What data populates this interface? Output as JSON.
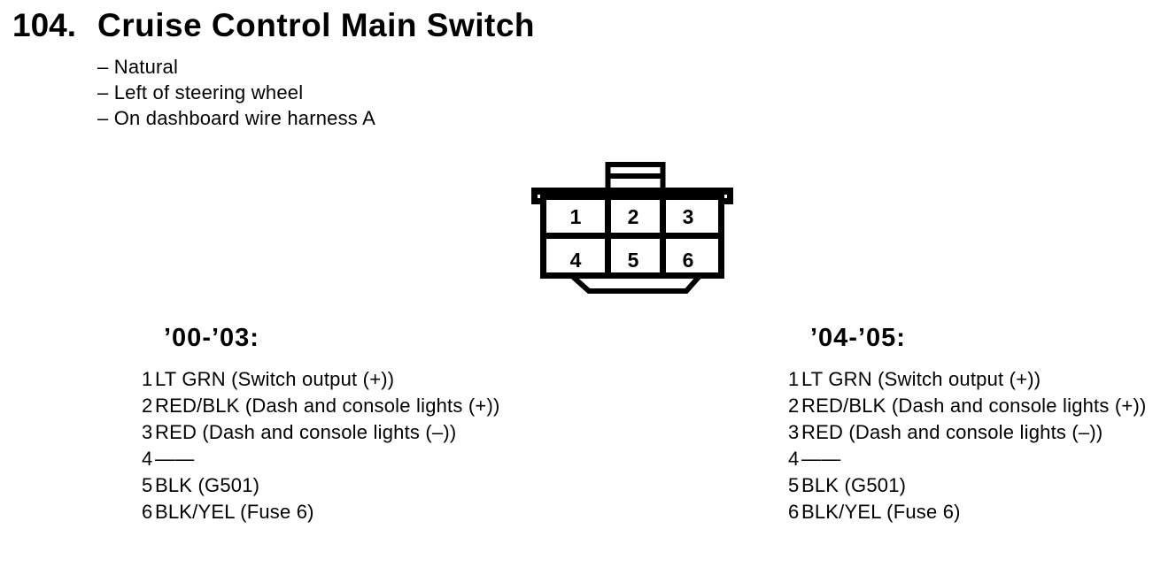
{
  "colors": {
    "ink": "#000000",
    "paper": "#ffffff"
  },
  "header": {
    "item_number": "104.",
    "title": "Cruise Control Main Switch",
    "notes": [
      "– Natural",
      "– Left of steering wheel",
      "– On dashboard wire harness A"
    ]
  },
  "connector": {
    "pins": [
      "1",
      "2",
      "3",
      "4",
      "5",
      "6"
    ]
  },
  "sections": [
    {
      "heading": "’00-’03:",
      "pins": [
        {
          "num": "1",
          "desc": "LT GRN (Switch output (+))"
        },
        {
          "num": "2",
          "desc": "RED/BLK (Dash and console lights (+))"
        },
        {
          "num": "3",
          "desc": "RED (Dash and console lights (–))"
        },
        {
          "num": "4",
          "desc": "——"
        },
        {
          "num": "5",
          "desc": "BLK (G501)"
        },
        {
          "num": "6",
          "desc": "BLK/YEL (Fuse 6)"
        }
      ]
    },
    {
      "heading": "’04-’05:",
      "pins": [
        {
          "num": "1",
          "desc": "LT GRN (Switch output (+))"
        },
        {
          "num": "2",
          "desc": "RED/BLK (Dash and console lights (+))"
        },
        {
          "num": "3",
          "desc": "RED (Dash and console lights (–))"
        },
        {
          "num": "4",
          "desc": "——"
        },
        {
          "num": "5",
          "desc": "BLK (G501)"
        },
        {
          "num": "6",
          "desc": "BLK/YEL (Fuse 6)"
        }
      ]
    }
  ]
}
